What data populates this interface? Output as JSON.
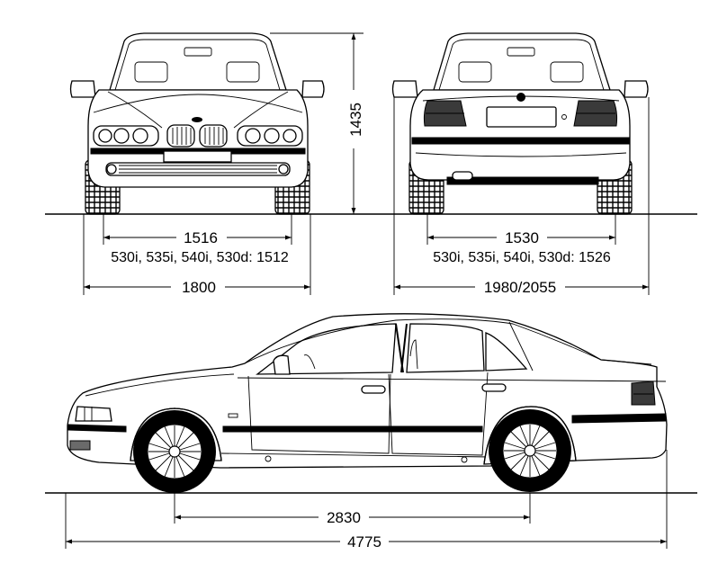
{
  "dimensions": {
    "height": "1435",
    "front_track": "1516",
    "front_track_variants": "530i, 535i, 540i, 530d: 1512",
    "width_body": "1800",
    "rear_track": "1530",
    "rear_track_variants": "530i, 535i, 540i, 530d: 1526",
    "width_mirrors": "1980/2055",
    "wheelbase": "2830",
    "length": "4775"
  }
}
